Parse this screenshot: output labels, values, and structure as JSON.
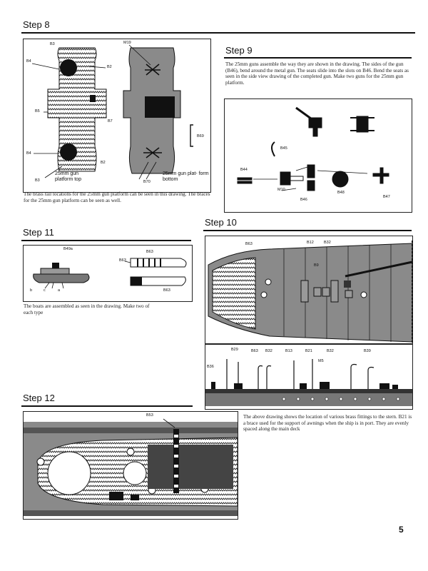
{
  "step8": {
    "title": "Step 8",
    "labels": {
      "b3": "B3",
      "b4a": "B4",
      "b2a": "B2",
      "b5": "B5",
      "b7": "B7",
      "b4b": "B4",
      "b2b": "B2",
      "b3b": "B3",
      "m19": "M19",
      "b69": "B69",
      "b70": "B70"
    },
    "platform_top": "25mm gun platform top",
    "platform_bottom": "25mm gun plat- form bottom",
    "caption": "The brass rail locations for the 25mm gun platform can be seen in this drawing. The braces for the 25mm gun platform can be seen as well."
  },
  "step9": {
    "title": "Step 9",
    "caption": "The 25mm guns assemble the way they are shown in the drawing. The sides of the gun (B46), bend around the metal gun. The seats slide into the slots on B46. Bend the seats as seen in the side view drawing of the completed gun. Make two guns for the 25mm gun platform.",
    "labels": {
      "b45": "B45",
      "b44": "B44",
      "m10": "M10",
      "b46": "B46",
      "b48": "B48",
      "b47": "B47"
    }
  },
  "step11": {
    "title": "Step 11",
    "labels": {
      "b49a": "B49a",
      "b63a": "B63",
      "b63b": "B63",
      "b63c": "B63",
      "a": "a",
      "b": "b",
      "c": "c"
    },
    "caption": "The boats are assembled as seen in the drawing. Make two of each type"
  },
  "step10": {
    "title": "Step 10",
    "labels": {
      "b63": "B63",
      "b12": "B12",
      "b32": "B32",
      "b9": "B9",
      "b29": "B29",
      "b63b": "B63",
      "b32b": "B32",
      "b13": "B13",
      "b21": "B21",
      "b32c": "B32",
      "b39": "B39",
      "b36": "B36",
      "m5": "M5"
    },
    "caption": "The above drawing shows the location of various brass fittings to the stern. B21 is a brace used for the support of awnings when the ship is in port. They are evenly spaced along the main deck"
  },
  "step12": {
    "title": "Step 12",
    "labels": {
      "b53": "B53"
    }
  },
  "page_number": "5"
}
